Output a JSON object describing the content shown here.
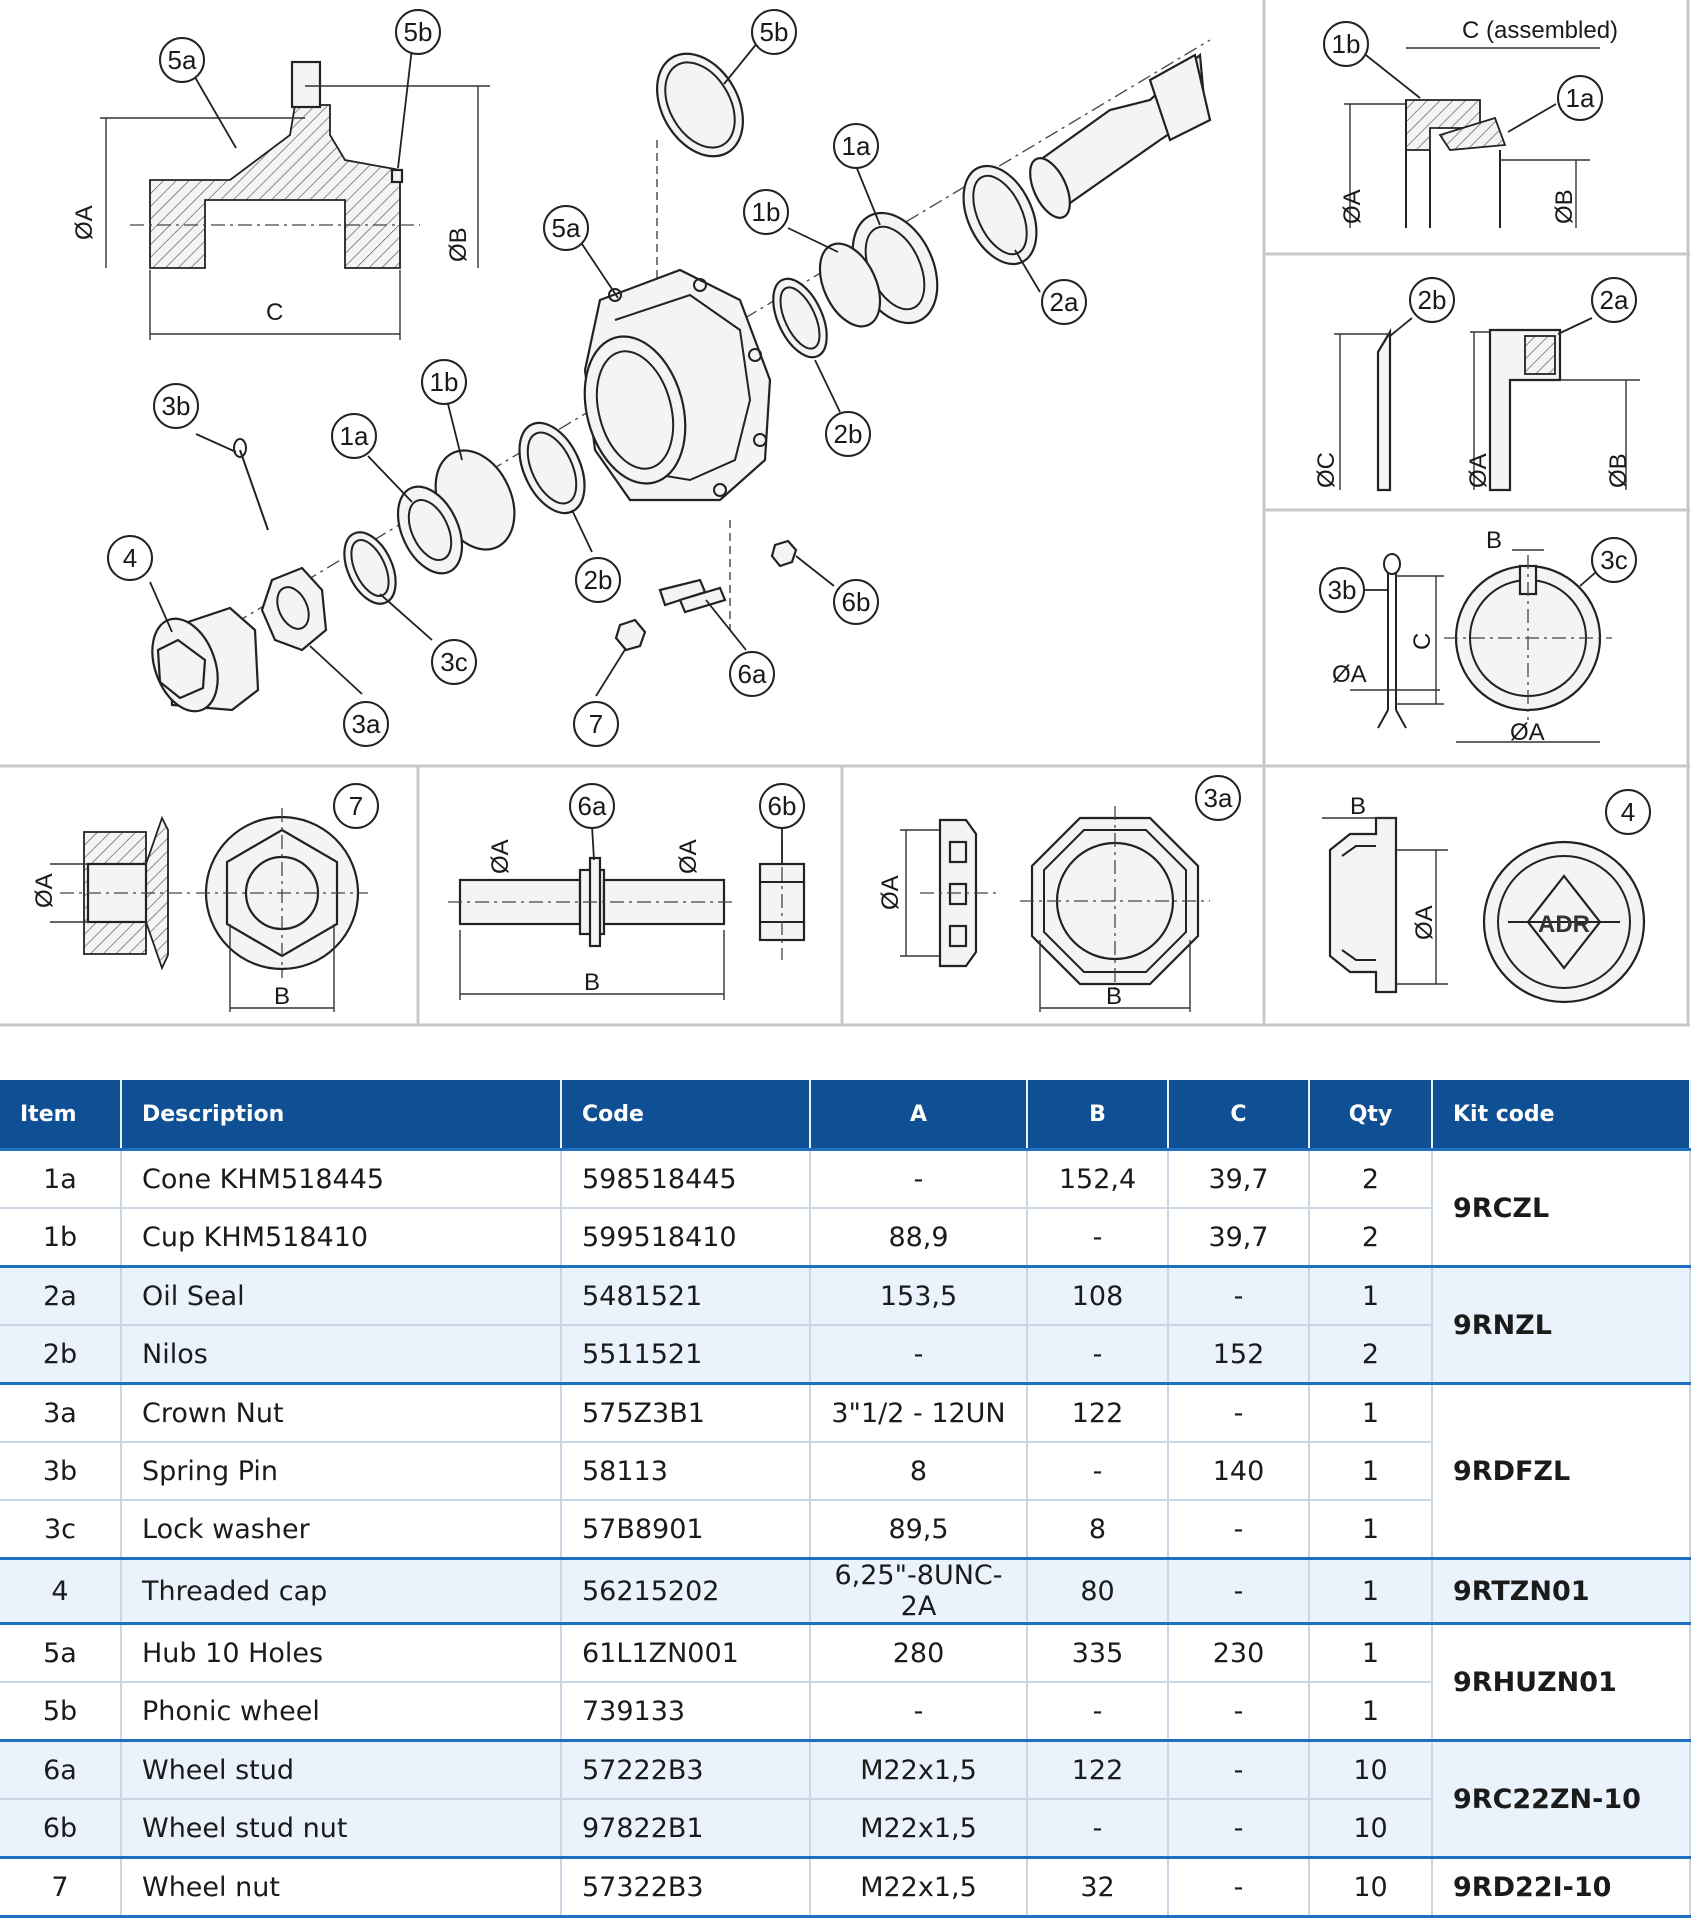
{
  "diagram": {
    "callouts": {
      "main_5a_flange": "5a",
      "main_5b_ring_top": "5b",
      "main_5b_phonic": "5b",
      "main_5a_hub": "5a",
      "main_1a_right": "1a",
      "main_1b_right": "1b",
      "main_2a": "2a",
      "main_2b_right": "2b",
      "main_1b_left": "1b",
      "main_1a_left": "1a",
      "main_3b": "3b",
      "main_4": "4",
      "main_2b_left": "2b",
      "main_3c": "3c",
      "main_3a": "3a",
      "main_6a": "6a",
      "main_6b": "6b",
      "main_7": "7",
      "bearing_1b": "1b",
      "bearing_1a": "1a",
      "seal_2b": "2b",
      "seal_2a": "2a",
      "pin_3b": "3b",
      "washer_3c": "3c",
      "nut_7": "7",
      "stud_6a": "6a",
      "stud_6b": "6b",
      "crown_3a": "3a",
      "cap_4": "4"
    },
    "dims": {
      "flange_dia_a": "ØA",
      "flange_dia_b": "ØB",
      "flange_c": "C",
      "bearing_c": "C (assembled)",
      "bearing_dia_a": "ØA",
      "bearing_dia_b": "ØB",
      "seal_dia_c": "ØC",
      "seal_dia_a": "ØA",
      "seal_dia_b": "ØB",
      "pin_b": "B",
      "pin_c": "C",
      "pin_dia_a": "ØA",
      "washer_dia_a": "ØA",
      "nut_dia_a": "ØA",
      "nut_b": "B",
      "stud_dia_a1": "ØA",
      "stud_dia_a2": "ØA",
      "stud_b": "B",
      "crown_dia_a": "ØA",
      "crown_b": "B",
      "cap_b": "B",
      "cap_dia_a": "ØA"
    },
    "cap_logo": "ADR"
  },
  "table": {
    "headers": {
      "item": "Item",
      "description": "Description",
      "code": "Code",
      "a": "A",
      "b": "B",
      "c": "C",
      "qty": "Qty",
      "kit_code": "Kit code"
    },
    "rows": [
      {
        "item": "1a",
        "description": "Cone KHM518445",
        "code": "598518445",
        "a": "-",
        "b": "152,4",
        "c": "39,7",
        "qty": "2"
      },
      {
        "item": "1b",
        "description": "Cup KHM518410",
        "code": "599518410",
        "a": "88,9",
        "b": "-",
        "c": "39,7",
        "qty": "2"
      },
      {
        "item": "2a",
        "description": "Oil Seal",
        "code": "5481521",
        "a": "153,5",
        "b": "108",
        "c": "-",
        "qty": "1"
      },
      {
        "item": "2b",
        "description": "Nilos",
        "code": "5511521",
        "a": "-",
        "b": "-",
        "c": "152",
        "qty": "2"
      },
      {
        "item": "3a",
        "description": "Crown Nut",
        "code": "575Z3B1",
        "a": "3\"1/2 - 12UN",
        "b": "122",
        "c": "-",
        "qty": "1"
      },
      {
        "item": "3b",
        "description": "Spring Pin",
        "code": "58113",
        "a": "8",
        "b": "-",
        "c": "140",
        "qty": "1"
      },
      {
        "item": "3c",
        "description": "Lock washer",
        "code": "57B8901",
        "a": "89,5",
        "b": "8",
        "c": "-",
        "qty": "1"
      },
      {
        "item": "4",
        "description": "Threaded cap",
        "code": "56215202",
        "a": "6,25\"-8UNC-2A",
        "b": "80",
        "c": "-",
        "qty": "1"
      },
      {
        "item": "5a",
        "description": "Hub 10 Holes",
        "code": "61L1ZN001",
        "a": "280",
        "b": "335",
        "c": "230",
        "qty": "1"
      },
      {
        "item": "5b",
        "description": "Phonic wheel",
        "code": "739133",
        "a": "-",
        "b": "-",
        "c": "-",
        "qty": "1"
      },
      {
        "item": "6a",
        "description": "Wheel stud",
        "code": "57222B3",
        "a": "M22x1,5",
        "b": "122",
        "c": "-",
        "qty": "10"
      },
      {
        "item": "6b",
        "description": "Wheel stud nut",
        "code": "97822B1",
        "a": "M22x1,5",
        "b": "-",
        "c": "-",
        "qty": "10"
      },
      {
        "item": "7",
        "description": "Wheel nut",
        "code": "57322B3",
        "a": "M22x1,5",
        "b": "32",
        "c": "-",
        "qty": "10"
      }
    ],
    "kits": [
      "9RCZL",
      "9RNZL",
      "9RDFZL",
      "9RTZN01",
      "9RHUZN01",
      "9RC22ZN-10",
      "9RD22I-10"
    ]
  }
}
